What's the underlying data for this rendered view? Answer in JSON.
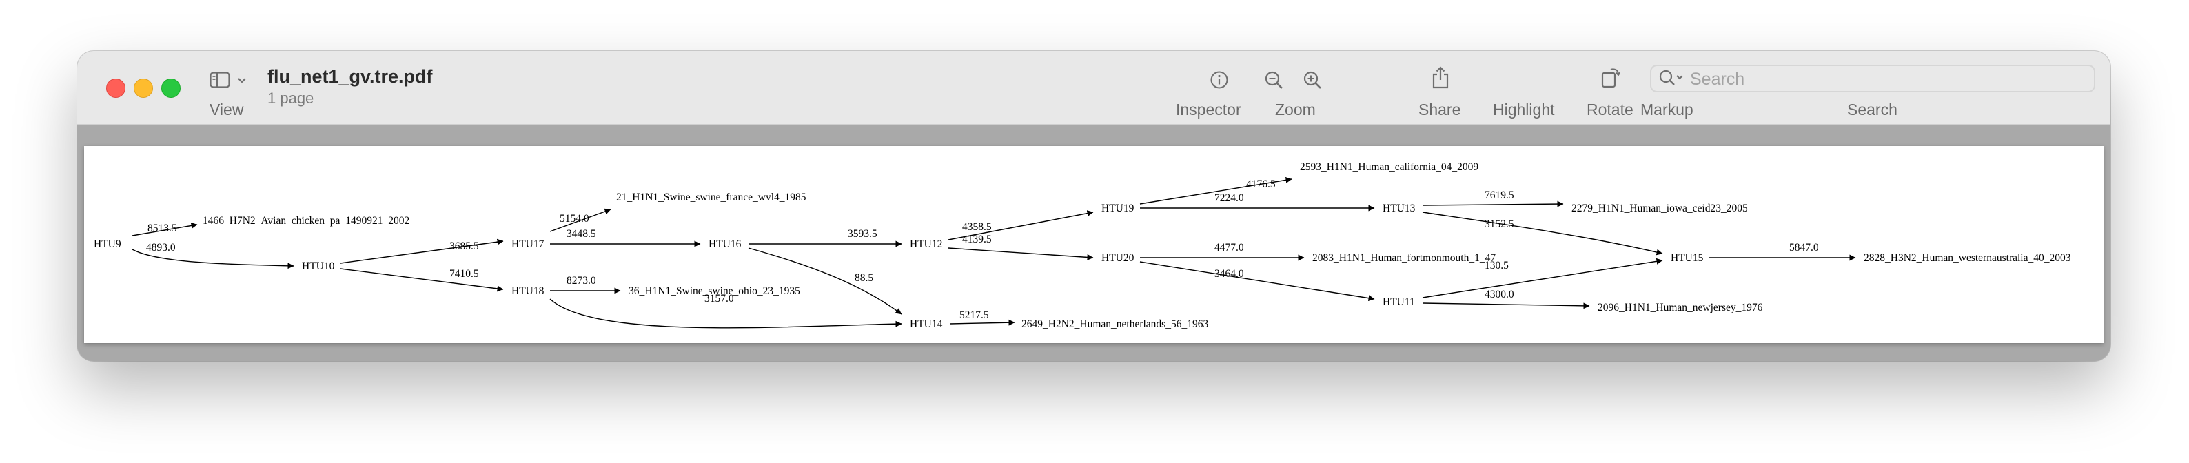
{
  "window": {
    "title": "flu_net1_gv.tre.pdf",
    "subtitle": "1 page"
  },
  "toolbar": {
    "view_label": "View",
    "inspector_label": "Inspector",
    "zoom_label": "Zoom",
    "share_label": "Share",
    "highlight_label": "Highlight",
    "rotate_label": "Rotate",
    "markup_label": "Markup",
    "search_label": "Search",
    "search_placeholder": "Search"
  },
  "graph": {
    "nodes": [
      {
        "id": "HTU9",
        "label": "HTU9"
      },
      {
        "id": "avian",
        "label": "1466_H7N2_Avian_chicken_pa_1490921_2002"
      },
      {
        "id": "HTU10",
        "label": "HTU10"
      },
      {
        "id": "HTU17",
        "label": "HTU17"
      },
      {
        "id": "HTU18",
        "label": "HTU18"
      },
      {
        "id": "france",
        "label": "21_H1N1_Swine_swine_france_wvl4_1985"
      },
      {
        "id": "HTU16",
        "label": "HTU16"
      },
      {
        "id": "ohio",
        "label": "36_H1N1_Swine_swine_ohio_23_1935"
      },
      {
        "id": "HTU12",
        "label": "HTU12"
      },
      {
        "id": "HTU14",
        "label": "HTU14"
      },
      {
        "id": "netherlands",
        "label": "2649_H2N2_Human_netherlands_56_1963"
      },
      {
        "id": "HTU19",
        "label": "HTU19"
      },
      {
        "id": "HTU20",
        "label": "HTU20"
      },
      {
        "id": "california",
        "label": "2593_H1N1_Human_california_04_2009"
      },
      {
        "id": "HTU13",
        "label": "HTU13"
      },
      {
        "id": "fortmonmouth",
        "label": "2083_H1N1_Human_fortmonmouth_1_47"
      },
      {
        "id": "HTU11",
        "label": "HTU11"
      },
      {
        "id": "iowa",
        "label": "2279_H1N1_Human_iowa_ceid23_2005"
      },
      {
        "id": "HTU15",
        "label": "HTU15"
      },
      {
        "id": "newjersey",
        "label": "2096_H1N1_Human_newjersey_1976"
      },
      {
        "id": "westernaustralia",
        "label": "2828_H3N2_Human_westernaustralia_40_2003"
      }
    ],
    "edges": [
      {
        "from": "HTU9",
        "to": "avian",
        "label": "8513.5"
      },
      {
        "from": "HTU9",
        "to": "HTU10",
        "label": "4893.0"
      },
      {
        "from": "HTU10",
        "to": "HTU17",
        "label": "3685.5"
      },
      {
        "from": "HTU10",
        "to": "HTU18",
        "label": "7410.5"
      },
      {
        "from": "HTU17",
        "to": "france",
        "label": "5154.0"
      },
      {
        "from": "HTU17",
        "to": "HTU16",
        "label": "3448.5"
      },
      {
        "from": "HTU18",
        "to": "ohio",
        "label": "8273.0"
      },
      {
        "from": "HTU18",
        "to": "HTU14",
        "label": "3157.0"
      },
      {
        "from": "HTU16",
        "to": "HTU12",
        "label": "3593.5"
      },
      {
        "from": "HTU16",
        "to": "HTU14",
        "label": "88.5"
      },
      {
        "from": "HTU14",
        "to": "netherlands",
        "label": "5217.5"
      },
      {
        "from": "HTU12",
        "to": "HTU19",
        "label": "4358.5"
      },
      {
        "from": "HTU12",
        "to": "HTU20",
        "label": "4139.5"
      },
      {
        "from": "HTU19",
        "to": "california",
        "label": "4176.5"
      },
      {
        "from": "HTU19",
        "to": "HTU13",
        "label": "7224.0"
      },
      {
        "from": "HTU20",
        "to": "fortmonmouth",
        "label": "4477.0"
      },
      {
        "from": "HTU20",
        "to": "HTU11",
        "label": "3464.0"
      },
      {
        "from": "HTU13",
        "to": "iowa",
        "label": "7619.5"
      },
      {
        "from": "HTU13",
        "to": "HTU15",
        "label": "3152.5"
      },
      {
        "from": "HTU11",
        "to": "HTU15",
        "label": "130.5"
      },
      {
        "from": "HTU11",
        "to": "newjersey",
        "label": "4300.0"
      },
      {
        "from": "HTU15",
        "to": "westernaustralia",
        "label": "5847.0"
      }
    ]
  }
}
